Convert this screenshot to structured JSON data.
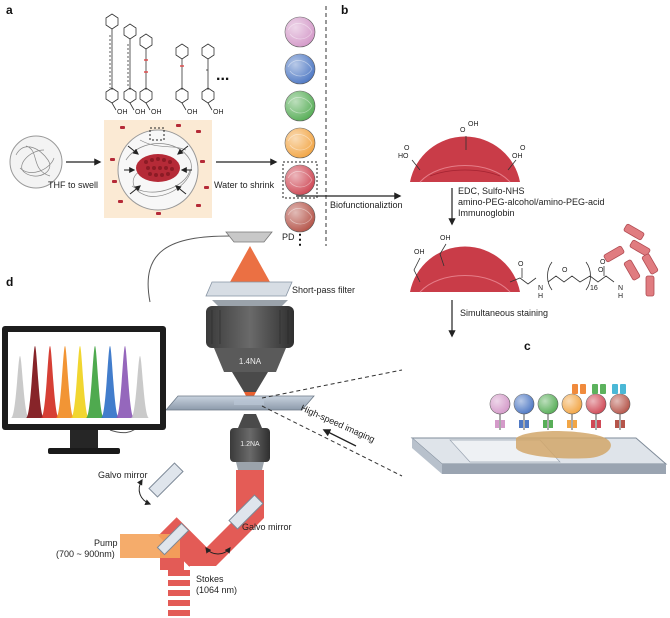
{
  "panels": {
    "a": "a",
    "b": "b",
    "c": "c",
    "d": "d"
  },
  "panel_a": {
    "step_swell": "THF to swell",
    "step_shrink": "Water to shrink",
    "more": "...",
    "oh": "OH"
  },
  "panel_b": {
    "step_bio": "Biofunctionaliztion",
    "reagents": [
      "EDC, Sulfo-NHS",
      "amino-PEG-alcohol/amino-PEG-acid",
      "Immunoglobin"
    ],
    "oh": "OH",
    "o": "O",
    "n": "N",
    "h": "H",
    "peg_n": "16"
  },
  "panel_c": {
    "step_stain": "Simultaneous staining"
  },
  "panel_d": {
    "pd": "PD",
    "filter": "Short-pass filter",
    "obj_top": "1.4NA",
    "obj_bottom": "1.2NA",
    "imaging": "High-speed imaging",
    "galvo1": "Galvo mirror",
    "galvo2": "Galvo mirror",
    "pump": "Pump",
    "pump_range": "(700 ~ 900nm)",
    "stokes": "Stokes",
    "stokes_wl": "(1064 nm)"
  },
  "colors": {
    "bead_colors": [
      "#d49ac9",
      "#4f79c4",
      "#58ae58",
      "#f2a646",
      "#cf4a57",
      "#b5554a"
    ],
    "pyramid_colors": [
      "#c4c4c4",
      "#7a0c12",
      "#d12a1f",
      "#f18a1f",
      "#f0d21a",
      "#3ca13c",
      "#2e6fc6",
      "#8a56b5",
      "#c4c4c4"
    ],
    "beam_red": "#e0453f",
    "pump_orange": "#f4a35b",
    "laser_cone": "#e9602f"
  },
  "icons": [
    "polymer-bead-icon",
    "objective-lens-icon",
    "monitor-icon",
    "antibody-icon",
    "galvo-mirror-icon",
    "photodiode-icon"
  ]
}
